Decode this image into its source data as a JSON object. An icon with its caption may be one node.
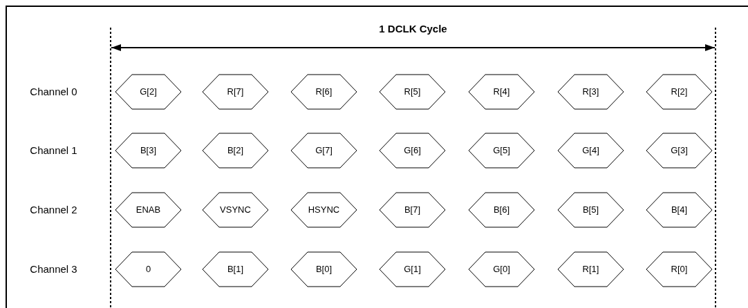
{
  "diagram": {
    "nodes": [
      {
        "text": [
          "G[2]"
        ]
      },
      {
        "text": [
          "R[7]"
        ]
      },
      {
        "text": [
          "R[6]"
        ]
      },
      {
        "text": [
          "R[5]"
        ]
      },
      {
        "text": [
          "R[4]"
        ]
      },
      {
        "text": [
          "R[3]"
        ]
      },
      {
        "text": [
          "R[2]"
        ]
      },
      {
        "text": [
          "B[3]"
        ]
      },
      {
        "text": [
          "B[2]"
        ]
      },
      {
        "text": [
          "G[7]"
        ]
      },
      {
        "text": [
          "G[6]"
        ]
      },
      {
        "text": [
          "G[5]"
        ]
      },
      {
        "text": [
          "G[4]"
        ]
      },
      {
        "text": [
          "G[3]"
        ]
      },
      {
        "text": [
          "ENAB"
        ]
      },
      {
        "text": [
          "VSYNC"
        ]
      },
      {
        "text": [
          "HSYNC"
        ]
      },
      {
        "text": [
          "B[7]"
        ]
      },
      {
        "text": [
          "B[6]"
        ]
      },
      {
        "text": [
          "B[5]"
        ]
      },
      {
        "text": [
          "B[4]"
        ]
      },
      {
        "text": [
          "0"
        ]
      },
      {
        "text": [
          "B[1]"
        ]
      },
      {
        "text": [
          "B[0]"
        ]
      },
      {
        "text": [
          "G[1]"
        ]
      },
      {
        "text": [
          "G[0]"
        ]
      },
      {
        "text": [
          "R[1]"
        ]
      },
      {
        "text": [
          "R[0]"
        ]
      }
    ],
    "labels": [
      "1 DCLK Cycle",
      "Channel 0",
      "Channel 1",
      "Channel 2",
      "Channel 3"
    ]
  }
}
